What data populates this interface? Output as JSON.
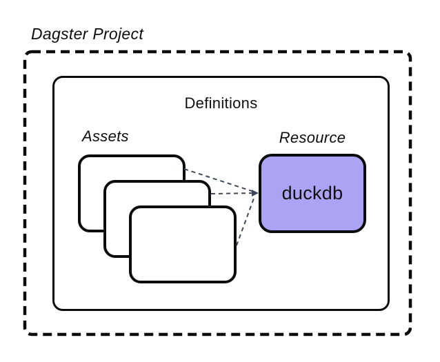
{
  "diagram": {
    "title": "Dagster Project",
    "definitions": {
      "label": "Definitions"
    },
    "assets": {
      "label": "Assets",
      "card_count": 3
    },
    "resource": {
      "label": "Resource",
      "name": "duckdb"
    },
    "colors": {
      "background": "#FFFFFF",
      "box_border": "#0B0B0B",
      "resource_fill": "#ABA3F3",
      "connector": "#3D4858"
    }
  }
}
